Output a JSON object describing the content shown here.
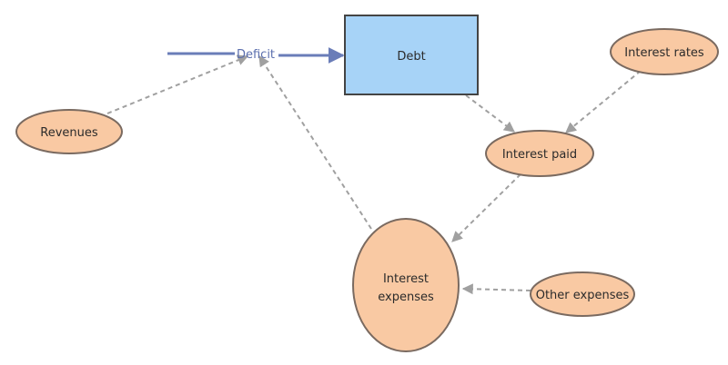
{
  "colors": {
    "stock_fill": "#a7d3f7",
    "stock_stroke": "#444444",
    "node_fill": "#f9c9a3",
    "node_stroke": "#7a6a60",
    "flow": "#6a7db8",
    "link": "#a0a0a0"
  },
  "flow": {
    "label": "Deficit"
  },
  "stock": {
    "label": "Debt"
  },
  "nodes": {
    "revenues": "Revenues",
    "interest_rates": "Interest rates",
    "interest_paid": "Interest paid",
    "interest_expenses": [
      "Interest",
      "expenses"
    ],
    "other_expenses": "Other expenses"
  }
}
